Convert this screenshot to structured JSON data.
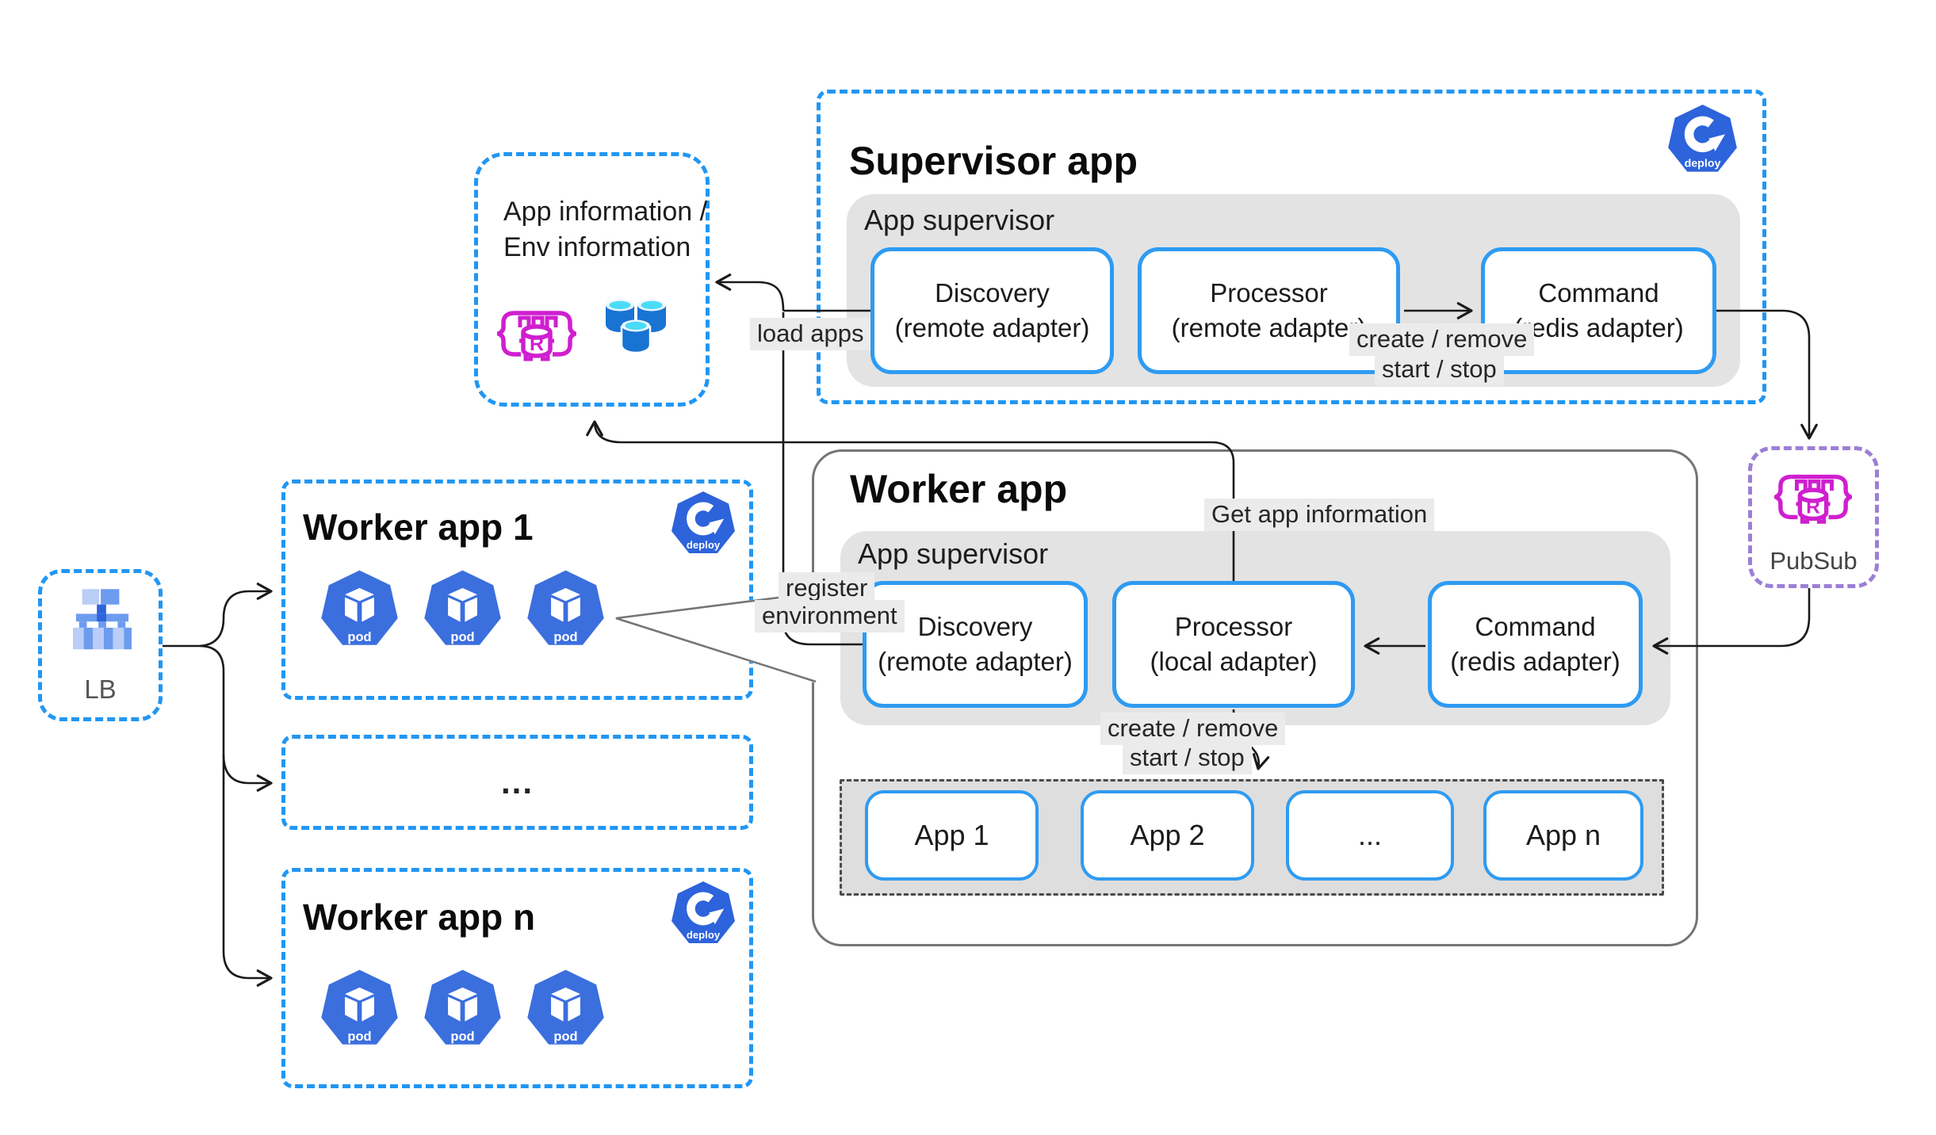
{
  "supervisor_app": {
    "title": "Supervisor app",
    "section_label": "App supervisor",
    "deploy_badge": "deploy",
    "boxes": {
      "discovery": {
        "name": "Discovery",
        "adapter": "(remote adapter)"
      },
      "processor": {
        "name": "Processor",
        "adapter": "(remote adapter)"
      },
      "command": {
        "name": "Command",
        "adapter": "(redis adapter)"
      }
    }
  },
  "worker_app": {
    "title": "Worker app",
    "section_label": "App supervisor",
    "boxes": {
      "discovery": {
        "name": "Discovery",
        "adapter": "(remote adapter)"
      },
      "processor": {
        "name": "Processor",
        "adapter": "(local adapter)"
      },
      "command": {
        "name": "Command",
        "adapter": "(redis adapter)"
      }
    },
    "apps": [
      "App 1",
      "App 2",
      "...",
      "App n"
    ]
  },
  "app_info": {
    "line1": "App information /",
    "line2": "Env information"
  },
  "pubsub": {
    "label": "PubSub"
  },
  "lb": {
    "label": "LB"
  },
  "workers": {
    "app1_title": "Worker app 1",
    "ellipsis": "...",
    "appn_title": "Worker app n",
    "pod_label": "pod",
    "deploy_badge": "deploy"
  },
  "edge_labels": {
    "load_apps": "load apps",
    "supervisor_create_remove": "create / remove",
    "supervisor_start_stop": "start / stop",
    "get_app_information": "Get app information",
    "register_line1": "register",
    "register_line2": "environment",
    "worker_create_remove": "create / remove",
    "worker_start_stop": "start / stop"
  },
  "icons": {
    "deploy": "deploy-icon",
    "pod": "pod-icon",
    "redis": "redis-icon",
    "storage": "storage-cylinders-icon",
    "load_balancer": "load-balancer-icon"
  },
  "colors": {
    "dashed_blue": "#2196F3",
    "box_border_blue": "#2E9BF2",
    "container_gray": "#e3e3e3",
    "label_bg": "#ebebeb",
    "pubsub_purple": "#9C7FD6",
    "pod_blue": "#3B6FDE",
    "deploy_blue": "#2D63DB",
    "redis_magenta": "#CF1FCF",
    "disk_blue": "#1973D3",
    "disk_cyan": "#4ADCF7",
    "line_black": "#1a1a1a",
    "worker_border_gray": "#757575"
  }
}
